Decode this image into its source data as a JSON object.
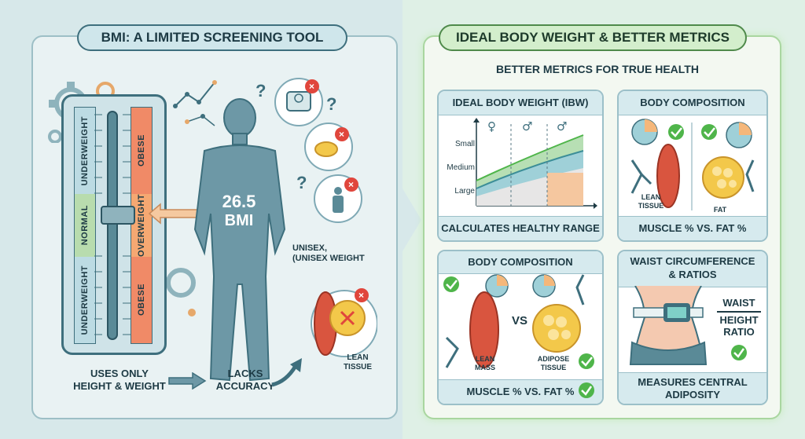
{
  "left": {
    "title": "BMI: A LIMITED SCREENING TOOL",
    "scale": {
      "left_column": [
        "UNDERWEIGHT",
        "NORMAL",
        "UNDERWEIGHT"
      ],
      "right_column": [
        "OBESE",
        "OVERWEIGHT",
        "OBESE"
      ]
    },
    "bmi_value": "26.5",
    "bmi_unit": "BMI",
    "unisex_note": "UNISEX,\n(UNISEX WEIGHT",
    "lean_tissue": "LEAN\nTISSUE",
    "uses_only": "USES ONLY\nHEIGHT & WEIGHT",
    "lacks_accuracy": "LACKS\nACCURACY"
  },
  "right": {
    "title": "IDEAL BODY WEIGHT & BETTER METRICS",
    "subtitle": "BETTER METRICS FOR TRUE HEALTH",
    "ibw_card": {
      "title": "IDEAL BODY WEIGHT (IBW)",
      "frames": [
        "Small",
        "Medium",
        "Large"
      ],
      "footer": "CALCULATES HEALTHY RANGE"
    },
    "body_comp_top": {
      "title": "BODY COMPOSITION",
      "lean_label": "LEAN\nTISSUE",
      "fat_label": "FAT",
      "footer": "MUSCLE % VS. FAT %"
    },
    "body_comp_bottom": {
      "title": "BODY COMPOSITION",
      "lean_label": "LEAN\nMASS",
      "vs": "VS",
      "adipose_label": "ADIPOSE\nTISSUE",
      "footer": "MUSCLE % VS. FAT %"
    },
    "waist_card": {
      "title": "WAIST CIRCUMFERENCE\n& RATIOS",
      "ratio_top": "WAIST",
      "ratio_bottom": "HEIGHT\nRATIO",
      "footer": "MEASURES CENTRAL\nADIPOSITY"
    }
  },
  "colors": {
    "teal_dark": "#1d3a44",
    "green_accent": "#4fb54a",
    "red_accent": "#e0463c",
    "muscle_red": "#d9553f",
    "fat_yellow": "#f3c84a"
  }
}
